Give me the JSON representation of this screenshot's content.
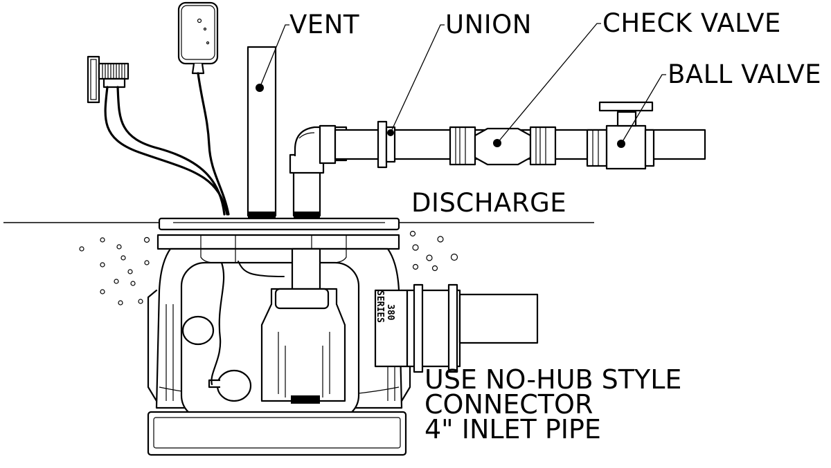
{
  "labels": {
    "vent": "VENT",
    "union": "UNION",
    "check_valve": "CHECK VALVE",
    "ball_valve": "BALL VALVE",
    "discharge": "DISCHARGE",
    "note_line1": "USE NO-HUB STYLE",
    "note_line2": "CONNECTOR",
    "note_line3": "4\" INLET PIPE"
  },
  "emboss": {
    "model": "380",
    "series": "SERIES"
  },
  "colors": {
    "line": "#000000",
    "background": "#ffffff"
  }
}
